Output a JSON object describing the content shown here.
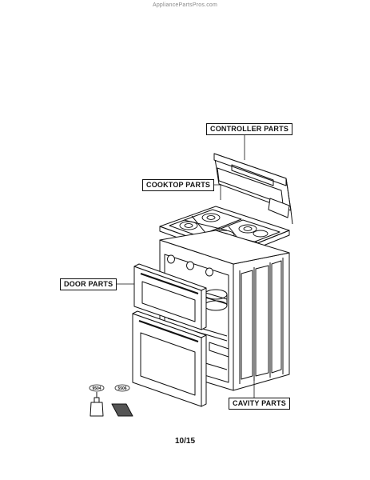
{
  "watermark": "AppliancePartsPros.com",
  "callouts": {
    "controller": "CONTROLLER PARTS",
    "cooktop": "COOKTOP PARTS",
    "door": "DOOR PARTS",
    "cavity": "CAVITY PARTS"
  },
  "accessories": {
    "item1": "9504",
    "item2": "5506"
  },
  "page_number": "10/15"
}
